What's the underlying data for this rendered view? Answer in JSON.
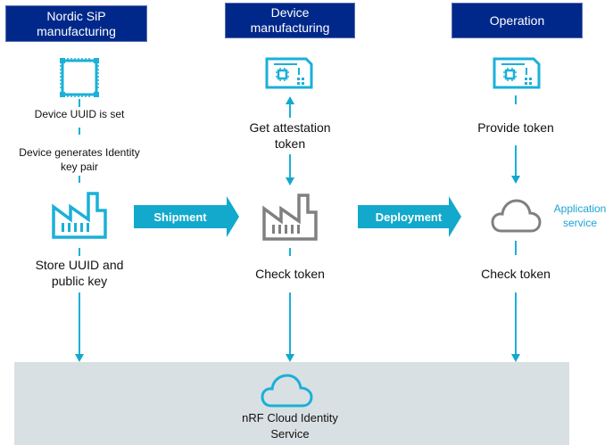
{
  "colors": {
    "header_bg": "#00288a",
    "accent": "#1ab0d8",
    "gray_icon": "#808080",
    "panel_bg": "#d9e0e3"
  },
  "columns": [
    {
      "header": "Nordic SiP manufacturing",
      "header_lines": [
        "Nordic SiP",
        "manufacturing"
      ],
      "icon": "chip-icon",
      "steps": [
        "Device UUID is set",
        "Device generates Identity key pair"
      ],
      "station_icon": "factory-icon",
      "station_label": "Store UUID and public key"
    },
    {
      "header": "Device manufacturing",
      "header_lines": [
        "Device",
        "manufacturing"
      ],
      "icon": "device-board-icon",
      "step": "Get attestation token",
      "station_icon": "factory-icon",
      "station_label": "Check token"
    },
    {
      "header": "Operation",
      "header_lines": [
        "Operation"
      ],
      "icon": "device-board-icon",
      "step": "Provide token",
      "station_icon": "cloud-icon",
      "station_label": "Check token",
      "side_label": "Application service"
    }
  ],
  "transitions": [
    {
      "label": "Shipment"
    },
    {
      "label": "Deployment"
    }
  ],
  "footer": {
    "icon": "cloud-icon",
    "label_lines": [
      "nRF Cloud Identity",
      "Service"
    ]
  }
}
